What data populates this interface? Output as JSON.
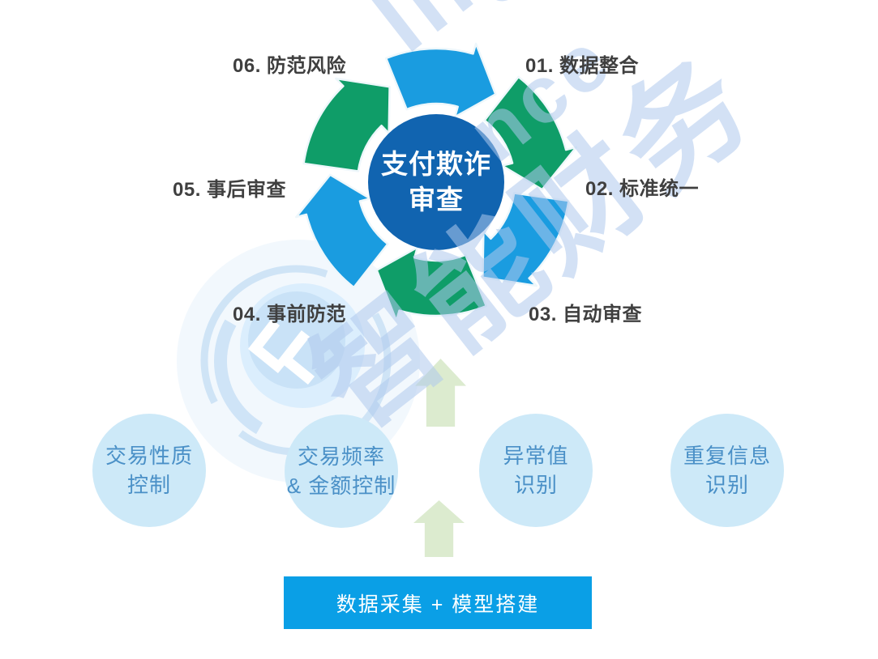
{
  "center": {
    "line1": "支付欺诈",
    "line2": "审查"
  },
  "cycle_steps": [
    {
      "label": "01. 数据整合"
    },
    {
      "label": "02. 标准统一"
    },
    {
      "label": "03. 自动审查"
    },
    {
      "label": "04. 事前防范"
    },
    {
      "label": "05. 事后审查"
    },
    {
      "label": "06. 防范风险"
    }
  ],
  "features": [
    {
      "line1": "交易性质",
      "line2": "控制"
    },
    {
      "line1": "交易频率",
      "line2": "& 金额控制"
    },
    {
      "line1": "异常值",
      "line2": "识别"
    },
    {
      "line1": "重复信息",
      "line2": "识别"
    }
  ],
  "foundation_bar": {
    "label": "数据采集 + 模型搭建"
  },
  "watermark": {
    "fragment_1": "llige",
    "fragment_2": "nce",
    "fragment_3": "智能财务"
  },
  "colors": {
    "cycle_blue": "#1a9ce0",
    "cycle_green": "#0f9d68",
    "center_blue": "#1164b0",
    "bar_blue": "#0a9fe6",
    "feature_circle_fill": "#cde9f8",
    "feature_text": "#4a90c7",
    "pale_arrow_green": "#dcebcf",
    "label_text": "#3f3f3f",
    "watermark_blue": "#aec9ec"
  }
}
